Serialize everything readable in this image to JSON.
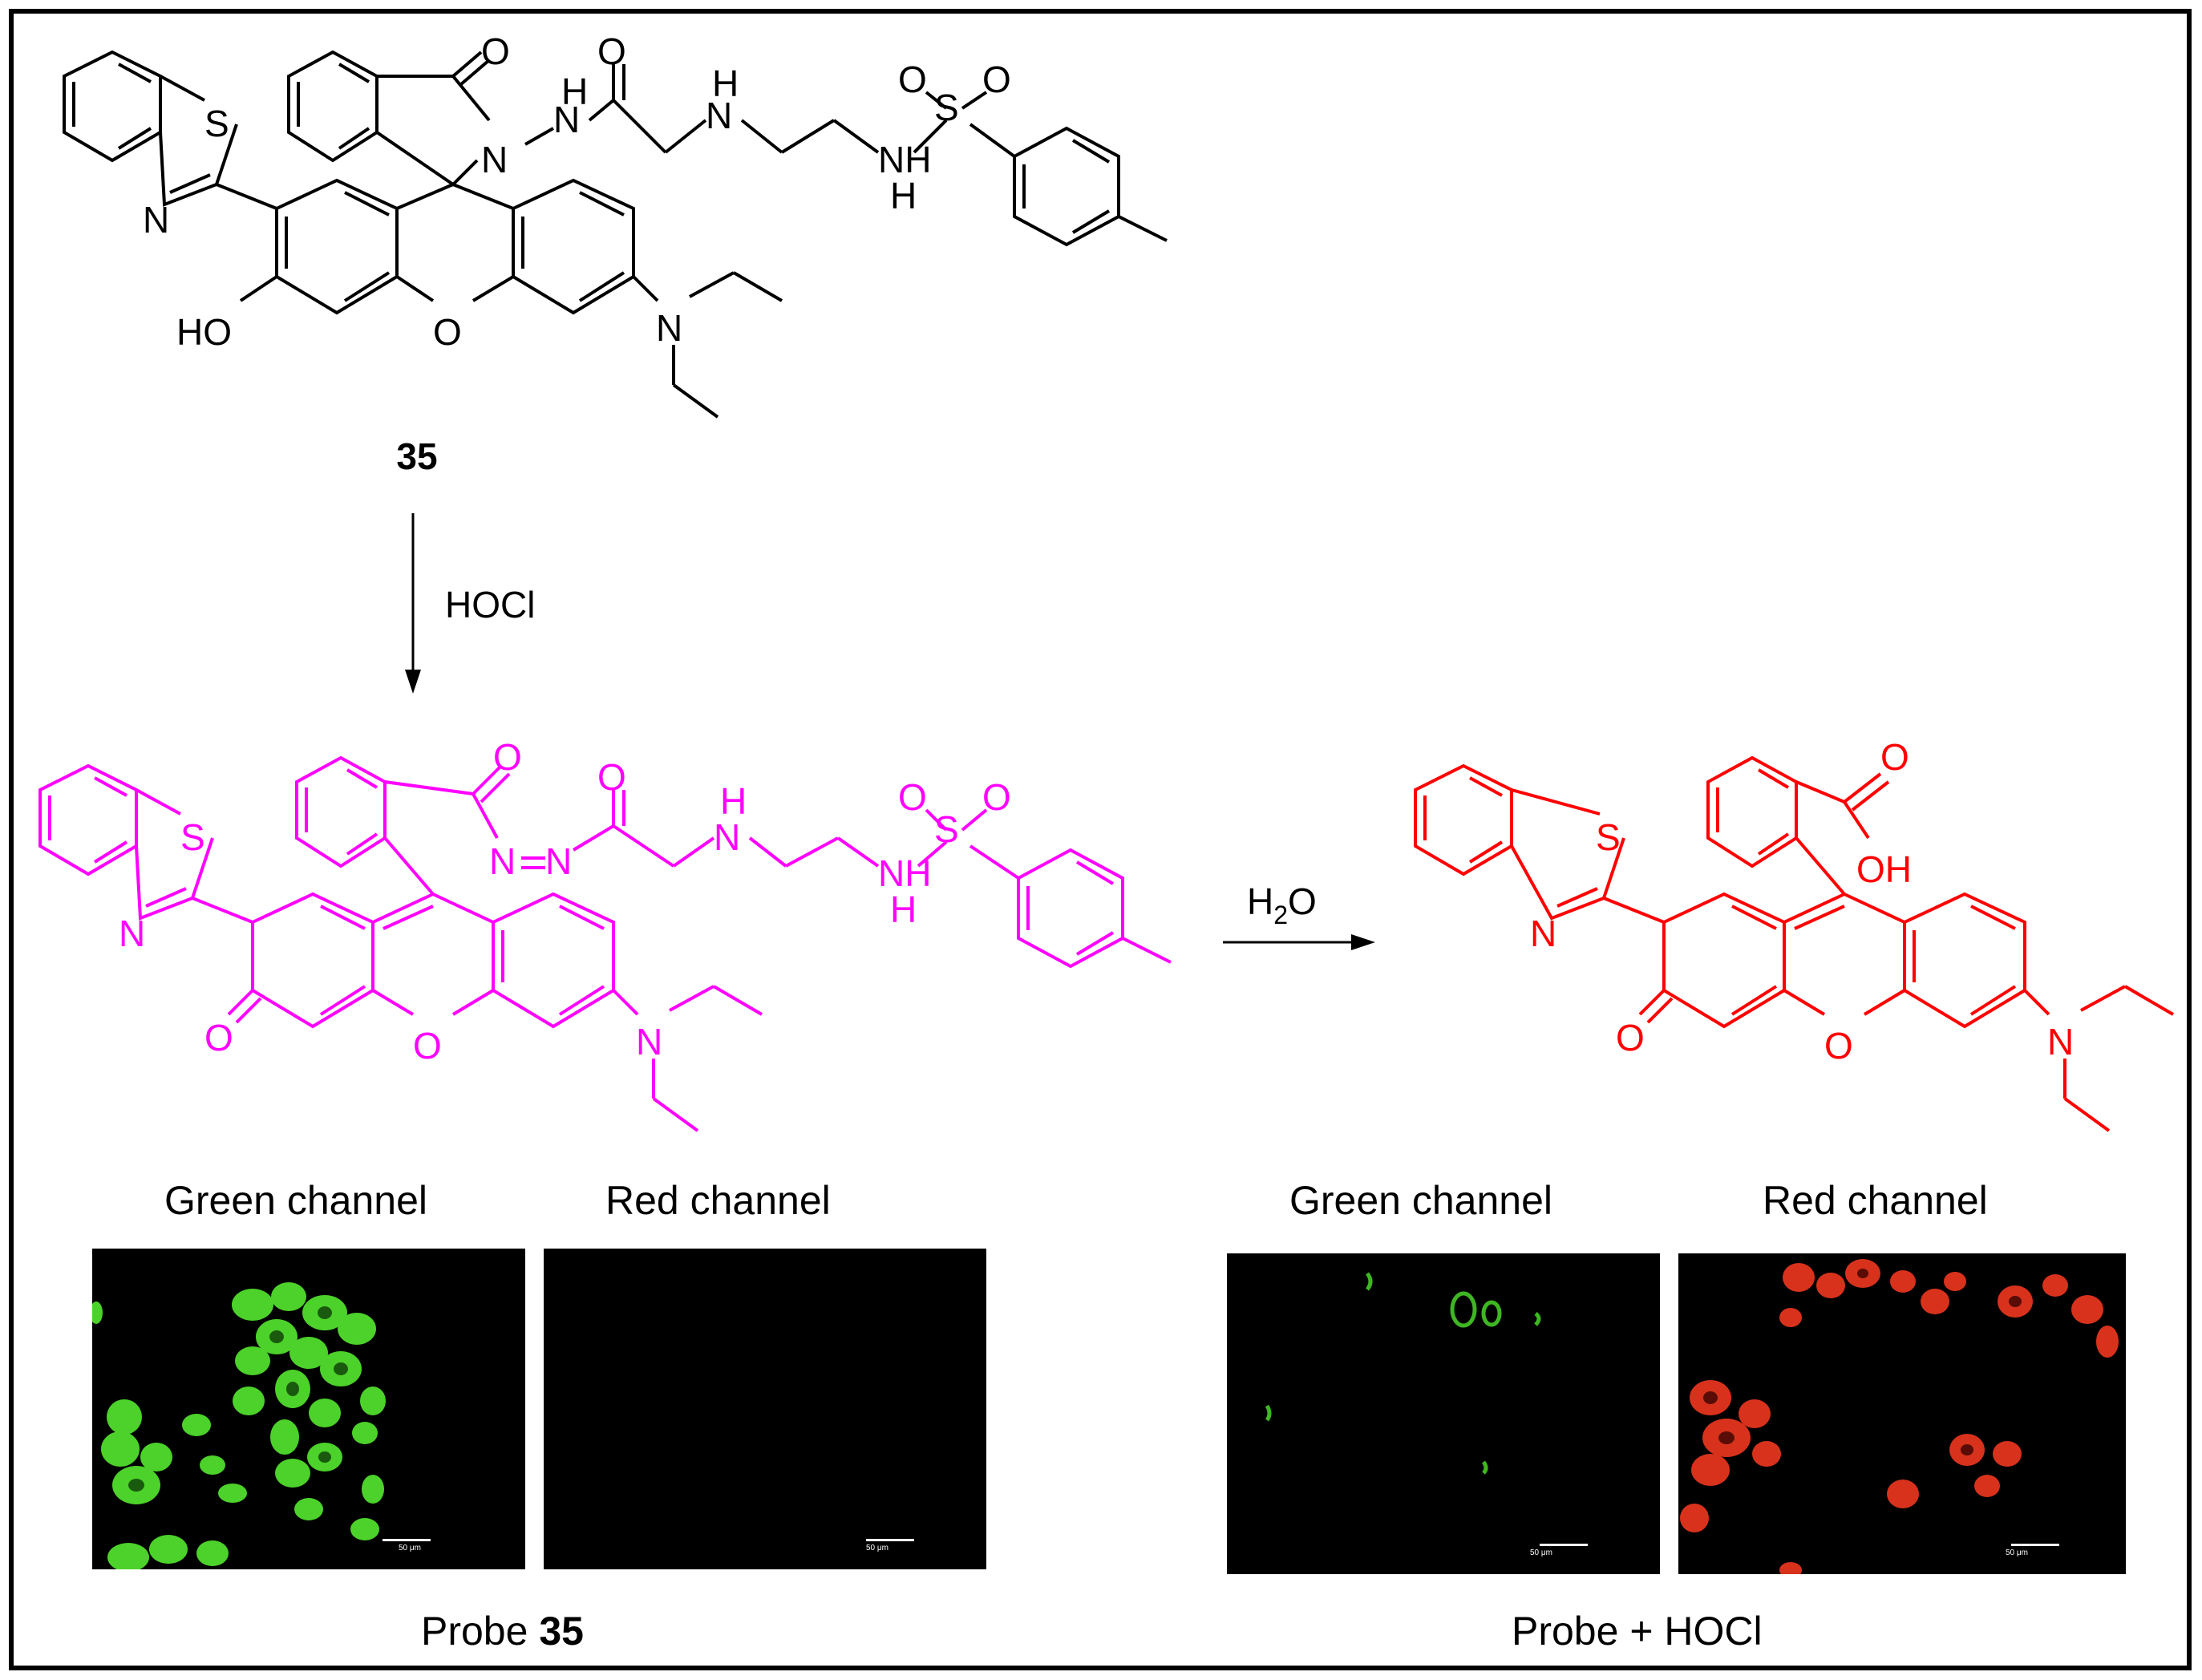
{
  "compound_label": "35",
  "reagent_1": "HOCl",
  "reagent_2_main": "H",
  "reagent_2_sub": "2",
  "reagent_2_tail": "O",
  "colors": {
    "probe": "#000000",
    "intermediate": "#ff00ff",
    "product": "#ff0000",
    "green_cells": "#4cd22a",
    "red_cells": "#e0301a"
  },
  "atoms": {
    "S": "S",
    "N": "N",
    "O": "O",
    "H": "H",
    "HO": "HO",
    "OH": "OH",
    "NH": "NH"
  },
  "panels": {
    "left_green_title": "Green channel",
    "left_red_title": "Red channel",
    "right_green_title": "Green channel",
    "right_red_title": "Red channel",
    "scale_text": "50 μm"
  },
  "captions": {
    "left_prefix": "Probe ",
    "left_bold": "35",
    "right": "Probe + HOCl"
  }
}
